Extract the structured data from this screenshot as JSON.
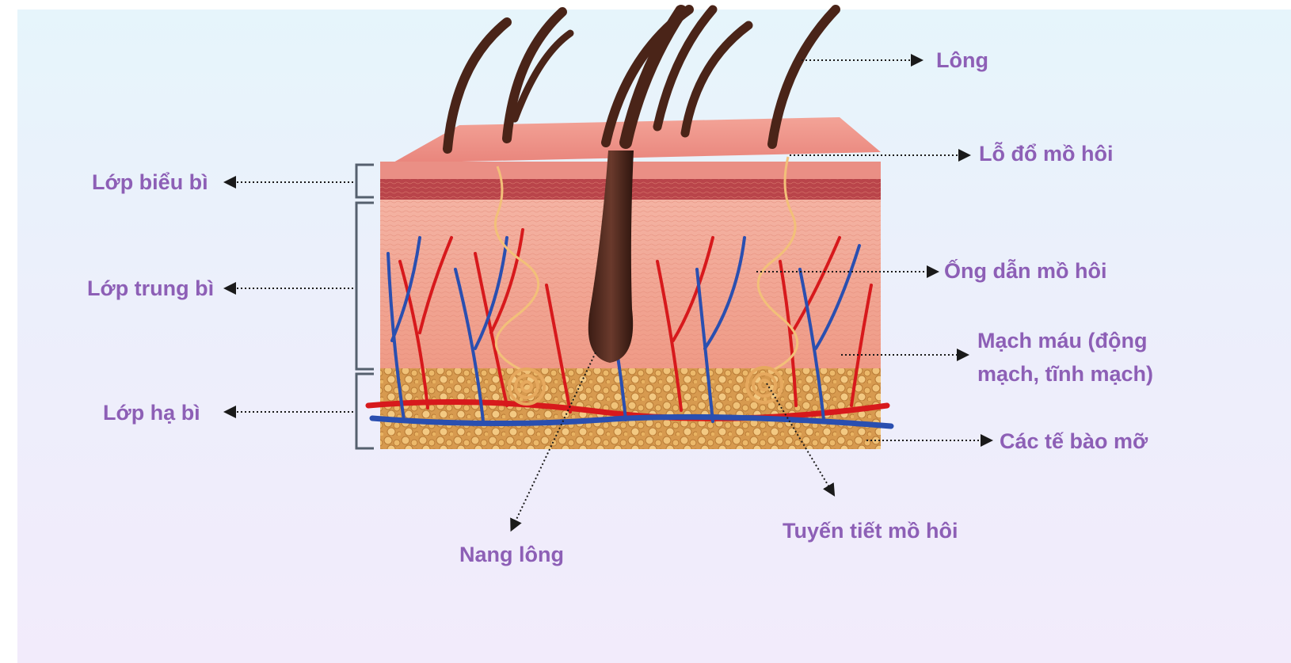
{
  "labels": {
    "hair": "Lông",
    "sweat_pore": "Lỗ đổ mồ hôi",
    "sweat_duct": "Ống dẫn mồ hôi",
    "blood_vessels_line1": "Mạch máu (động",
    "blood_vessels_line2": "mạch, tĩnh mạch)",
    "fat_cells": "Các tế bào mỡ",
    "sweat_gland": "Tuyến tiết mồ hôi",
    "hair_follicle": "Nang lông",
    "epidermis": "Lớp biểu bì",
    "dermis": "Lớp trung bì",
    "hypodermis": "Lớp hạ bì"
  },
  "colors": {
    "label_text": "#8d5fb6",
    "leader_line": "#1a1a1a",
    "epidermis": "#e88a86",
    "dermis": "#f0a090",
    "fat": "#d9a35a",
    "artery": "#d7191c",
    "vein": "#2a4fb0",
    "hair": "#4a2418",
    "sweat_gland": "#f2c079"
  }
}
